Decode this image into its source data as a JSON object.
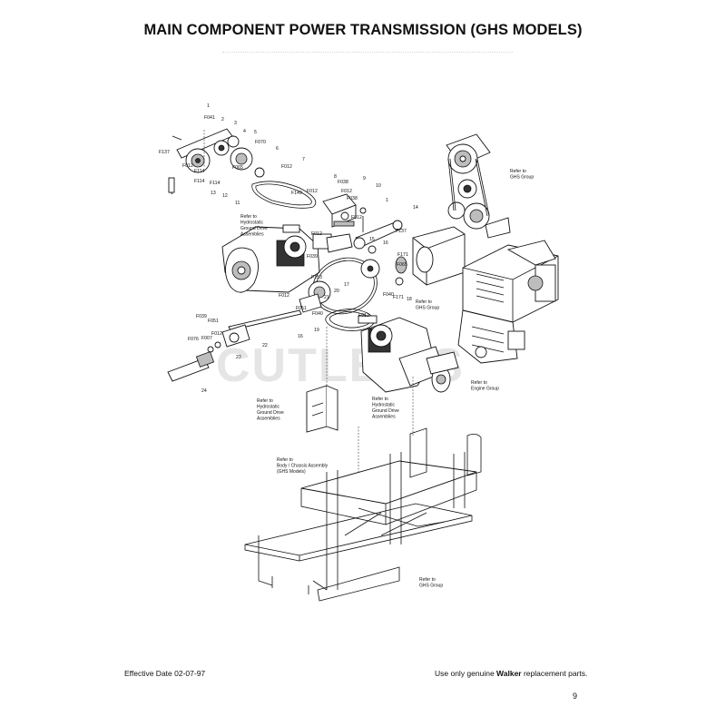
{
  "page": {
    "title": "MAIN COMPONENT POWER TRANSMISSION (GHS MODELS)",
    "footer_left": "Effective Date 02-07-97",
    "footer_right_prefix": "Use only genuine ",
    "footer_right_brand": "Walker",
    "footer_right_suffix": " replacement parts.",
    "page_number": "9",
    "watermark": "CUTLER'S"
  },
  "diagram": {
    "callouts": [
      "1",
      "F041",
      "2",
      "3",
      "4",
      "5",
      "F070",
      "6",
      "F137",
      "F012",
      "F114",
      "F065",
      "F012",
      "7",
      "F114",
      "F114",
      "12",
      "13",
      "11",
      "F149",
      "F012",
      "8",
      "F038",
      "F012",
      "F038",
      "9",
      "10",
      "F012",
      "14",
      "1",
      "F137",
      "16",
      "15",
      "F171",
      "F065",
      "F040",
      "F171",
      "18",
      "F012",
      "F039",
      "F153",
      "20",
      "21",
      "17",
      "F012",
      "F051",
      "F040",
      "19",
      "16",
      "F012",
      "F039",
      "F051",
      "F012",
      "F007",
      "F076",
      "22",
      "23",
      "24"
    ],
    "references": [
      {
        "lines": [
          "Refer to",
          "GHS Group"
        ]
      },
      {
        "lines": [
          "Refer to",
          "Hydrostatic",
          "Ground Drive",
          "Assemblies"
        ]
      },
      {
        "lines": [
          "Refer to",
          "GHS Group"
        ]
      },
      {
        "lines": [
          "Refer to",
          "Engine Group"
        ]
      },
      {
        "lines": [
          "Refer to",
          "Hydrostatic",
          "Ground Drive",
          "Assemblies"
        ]
      },
      {
        "lines": [
          "Refer to",
          "Hydrostatic",
          "Ground Drive",
          "Assemblies"
        ]
      },
      {
        "lines": [
          "Refer to",
          "Body / Chassis Assembly",
          "(GHS Models)"
        ]
      },
      {
        "lines": [
          "Refer to",
          "GHS Group"
        ]
      }
    ]
  }
}
